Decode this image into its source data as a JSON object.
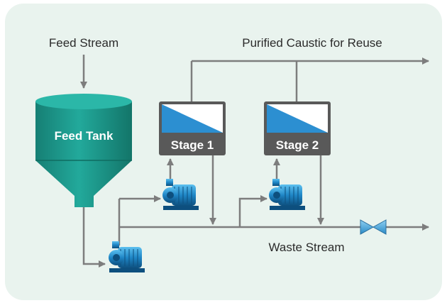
{
  "labels": {
    "feed_stream": "Feed Stream",
    "purified": "Purified Caustic for Reuse",
    "feed_tank": "Feed Tank",
    "stage1": "Stage 1",
    "stage2": "Stage 2",
    "waste": "Waste Stream"
  },
  "icons": [
    "pump-icon",
    "valve-icon",
    "membrane-icon",
    "arrow-icon",
    "tank-icon"
  ],
  "colors": {
    "panel_background": "#e9f3ee",
    "tank_teal": "#1a9c8f",
    "tank_teal_dark": "#137e73",
    "stage_frame": "#595959",
    "membrane_blue": "#2c8fd1",
    "pipe_gray": "#7d7d7d",
    "pump_blue": "#1f86c6",
    "valve_blue": "#3aa0d8"
  }
}
